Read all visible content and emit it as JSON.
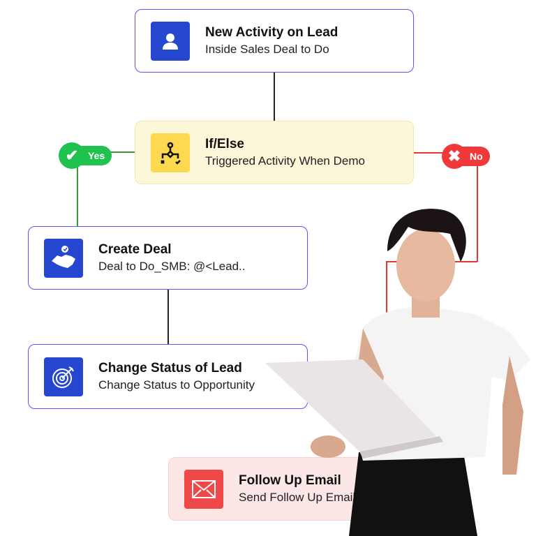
{
  "nodes": [
    {
      "title": "New Activity on Lead",
      "subtitle": "Inside Sales Deal to Do",
      "icon": "user-icon"
    },
    {
      "title": "If/Else",
      "subtitle": "Triggered Activity When Demo",
      "icon": "branch-icon"
    },
    {
      "title": "Create Deal",
      "subtitle": "Deal to Do_SMB: @<Lead..",
      "icon": "handshake-icon"
    },
    {
      "title": "Change Status of Lead",
      "subtitle": "Change Status to Opportunity",
      "icon": "target-icon"
    },
    {
      "title": "Follow Up Email",
      "subtitle": "Send Follow Up Email",
      "icon": "mail-icon"
    }
  ],
  "branches": {
    "yes": "Yes",
    "no": "No"
  },
  "colors": {
    "accent": "#2547d0",
    "yes": "#1fc14f",
    "no": "#f03a3a",
    "ifelse_bg": "#fdf7da",
    "email_bg": "#fde6e6"
  }
}
